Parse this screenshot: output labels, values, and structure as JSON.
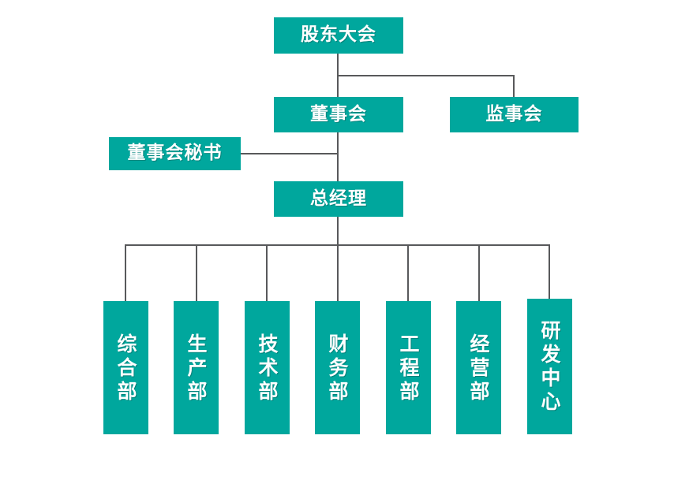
{
  "chart_data": {
    "type": "diagram",
    "subtype": "organization-chart",
    "title": "",
    "orientation": "top-down",
    "theme": {
      "node_fill": "#00A79D",
      "node_text": "#FFFFFF",
      "connector": "#58595B",
      "background": "#FFFFFF"
    },
    "nodes": [
      {
        "id": "n1",
        "label": "股东大会",
        "level": 0,
        "orientation": "horizontal"
      },
      {
        "id": "n2",
        "label": "董事会",
        "level": 1,
        "orientation": "horizontal"
      },
      {
        "id": "n3",
        "label": "监事会",
        "level": 1,
        "orientation": "horizontal"
      },
      {
        "id": "n4",
        "label": "董事会秘书",
        "level": 2,
        "orientation": "horizontal"
      },
      {
        "id": "n5",
        "label": "总经理",
        "level": 2,
        "orientation": "horizontal"
      },
      {
        "id": "n6",
        "label": "综合部",
        "level": 3,
        "orientation": "vertical"
      },
      {
        "id": "n7",
        "label": "生产部",
        "level": 3,
        "orientation": "vertical"
      },
      {
        "id": "n8",
        "label": "技术部",
        "level": 3,
        "orientation": "vertical"
      },
      {
        "id": "n9",
        "label": "财务部",
        "level": 3,
        "orientation": "vertical"
      },
      {
        "id": "n10",
        "label": "工程部",
        "level": 3,
        "orientation": "vertical"
      },
      {
        "id": "n11",
        "label": "经营部",
        "level": 3,
        "orientation": "vertical"
      },
      {
        "id": "n12",
        "label": "研发中心",
        "level": 3,
        "orientation": "vertical"
      }
    ],
    "edges": [
      {
        "from": "n1",
        "to": "n2"
      },
      {
        "from": "n1",
        "to": "n3"
      },
      {
        "from": "n2",
        "to": "n5"
      },
      {
        "from": "n5",
        "to": "n4"
      },
      {
        "from": "n5",
        "to": "n6"
      },
      {
        "from": "n5",
        "to": "n7"
      },
      {
        "from": "n5",
        "to": "n8"
      },
      {
        "from": "n5",
        "to": "n9"
      },
      {
        "from": "n5",
        "to": "n10"
      },
      {
        "from": "n5",
        "to": "n11"
      },
      {
        "from": "n5",
        "to": "n12"
      }
    ]
  },
  "nodes": {
    "shareholders_meeting": "股东大会",
    "board_of_directors": "董事会",
    "board_of_supervisors": "监事会",
    "board_secretary": "董事会秘书",
    "general_manager": "总经理",
    "general_affairs_dept": "综合部",
    "production_dept": "生产部",
    "technology_dept": "技术部",
    "finance_dept": "财务部",
    "engineering_dept": "工程部",
    "operations_dept": "经营部",
    "rnd_center": "研发中心"
  }
}
